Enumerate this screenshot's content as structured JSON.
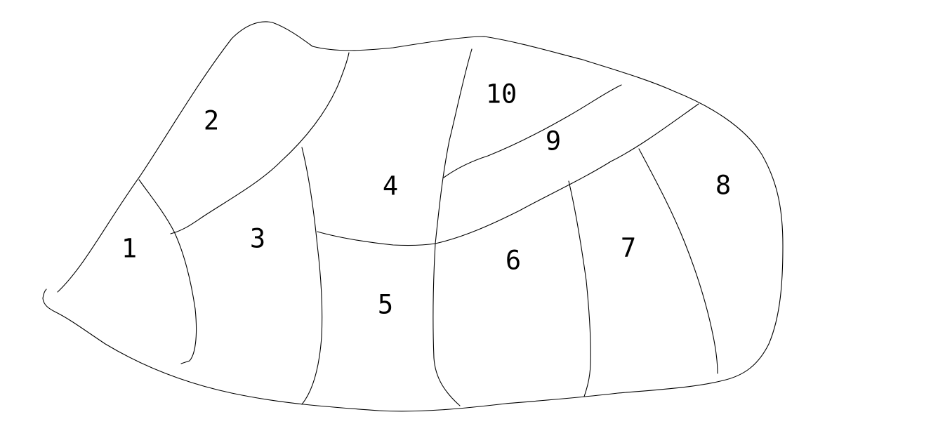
{
  "diagram": {
    "regions": [
      {
        "label": "1"
      },
      {
        "label": "2"
      },
      {
        "label": "3"
      },
      {
        "label": "4"
      },
      {
        "label": "5"
      },
      {
        "label": "6"
      },
      {
        "label": "7"
      },
      {
        "label": "8"
      },
      {
        "label": "9"
      },
      {
        "label": "10"
      }
    ],
    "colors": {
      "line": "#000000",
      "background": "#ffffff"
    }
  }
}
